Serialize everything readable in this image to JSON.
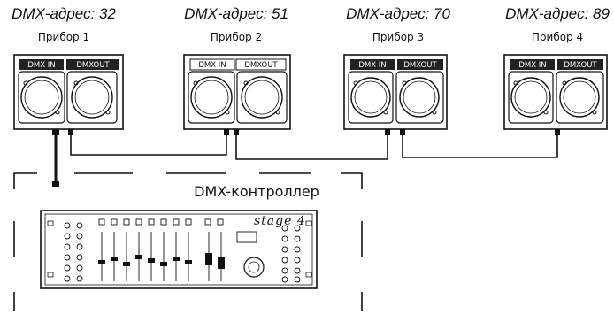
{
  "devices": [
    {
      "address": "DMX-адрес: 32",
      "name": "Прибор 1",
      "in_label": "DMX IN",
      "out_label": "DMXOUT"
    },
    {
      "address": "DMX-адрес: 51",
      "name": "Прибор 2",
      "in_label": "DMX IN",
      "out_label": "DMXOUT"
    },
    {
      "address": "DMX-адрес: 70",
      "name": "Прибор 3",
      "in_label": "DMX IN",
      "out_label": "DMXOUT"
    },
    {
      "address": "DMX-адрес: 89",
      "name": "Прибор 4",
      "in_label": "DMX IN",
      "out_label": "DMXOUT"
    }
  ],
  "controller": {
    "title": "DMX-контроллер",
    "brand": "stage 4"
  },
  "colors": {
    "line": "#111111",
    "panel_fill": "#ffffff",
    "label_fill": "#222222"
  }
}
